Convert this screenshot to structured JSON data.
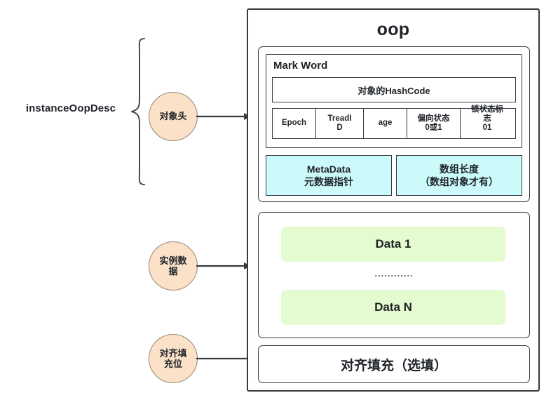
{
  "diagram": {
    "left_label": "instanceOopDesc",
    "title": "oop",
    "nodes": [
      {
        "id": "object-header",
        "label": "对象头"
      },
      {
        "id": "instance-data",
        "label": "实例数\n据"
      },
      {
        "id": "alignment-padding",
        "label": "对齐填\n充位"
      }
    ],
    "header_region": {
      "mark_word": {
        "title": "Mark Word",
        "hashcode_row": "对象的HashCode",
        "fields": [
          {
            "name": "epoch",
            "label": "Epoch",
            "width": 62
          },
          {
            "name": "thread-id",
            "label": "TreadI\nD",
            "width": 68
          },
          {
            "name": "age",
            "label": "age",
            "width": 62
          },
          {
            "name": "biased-state",
            "label": "偏向状态\n0或1",
            "width": 76
          },
          {
            "name": "lock-state",
            "label": "锁状态标\n志\n01",
            "width": 76,
            "overflow": true
          }
        ]
      },
      "cyan_boxes": [
        {
          "name": "metadata",
          "label": "MetaData\n元数据指针"
        },
        {
          "name": "array-length",
          "label": "数组长度\n（数组对象才有）"
        }
      ]
    },
    "data_region": {
      "first": "Data 1",
      "ellipsis": "............",
      "last": "Data N"
    },
    "padding_region": {
      "label": "对齐填充（选填）"
    },
    "colors": {
      "circle_fill": "#fae1c8",
      "cyan_fill": "#ccfafa",
      "green_fill": "#e4fbd0",
      "stroke": "#333a40"
    }
  }
}
